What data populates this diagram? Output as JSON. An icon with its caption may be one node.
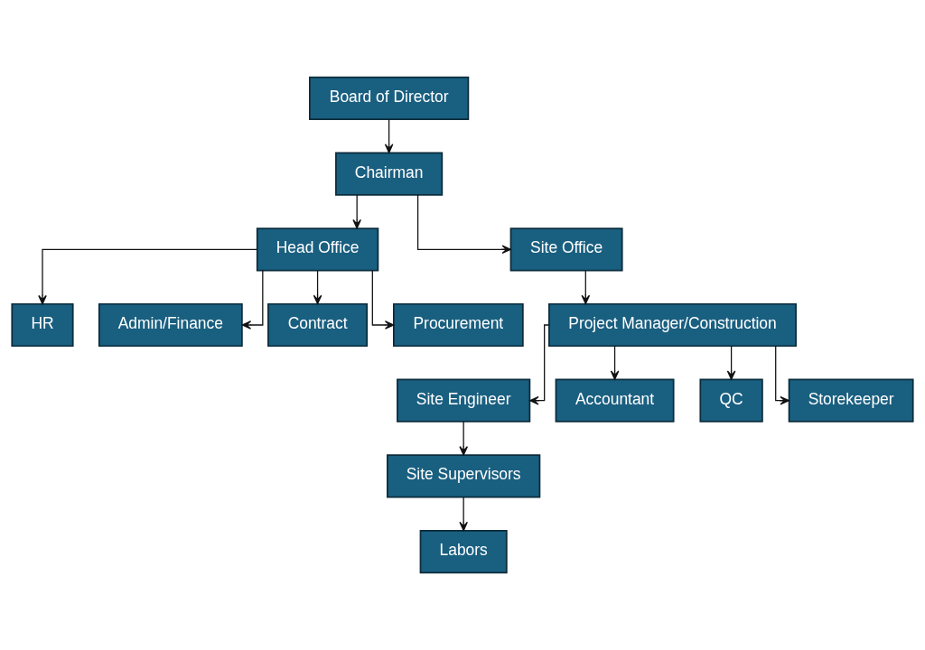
{
  "diagram": {
    "nodes": [
      {
        "text": [
          "Board of Director"
        ]
      },
      {
        "text": [
          "Chairman"
        ]
      },
      {
        "text": [
          "Head Office"
        ]
      },
      {
        "text": [
          "Site Office"
        ]
      },
      {
        "text": [
          "HR"
        ]
      },
      {
        "text": [
          "Admin/Finance"
        ]
      },
      {
        "text": [
          "Project Manager/Construction"
        ]
      },
      {
        "text": [
          "Storekeeper"
        ]
      },
      {
        "text": [
          "Site Engineer"
        ]
      },
      {
        "text": [
          "Accountant"
        ]
      },
      {
        "text": [
          "Contract"
        ]
      },
      {
        "text": [
          "Procurement"
        ]
      },
      {
        "text": [
          "QC"
        ]
      },
      {
        "text": [
          "Site Supervisors"
        ]
      },
      {
        "text": [
          "Labors"
        ]
      }
    ],
    "edges": [
      {
        "from": 0,
        "to": 1,
        "arrow": "to"
      },
      {
        "from": 1,
        "to": 2,
        "arrow": "to"
      },
      {
        "from": 1,
        "to": 3,
        "arrow": "to"
      },
      {
        "from": 2,
        "to": 4,
        "arrow": "to"
      },
      {
        "from": 2,
        "to": 5,
        "arrow": "to"
      },
      {
        "from": 2,
        "to": 10,
        "arrow": "to"
      },
      {
        "from": 2,
        "to": 11,
        "arrow": "to"
      },
      {
        "from": 3,
        "to": 6,
        "arrow": "to"
      },
      {
        "from": 6,
        "to": 8,
        "arrow": "to"
      },
      {
        "from": 6,
        "to": 9,
        "arrow": "to"
      },
      {
        "from": 6,
        "to": 12,
        "arrow": "to"
      },
      {
        "from": 6,
        "to": 7,
        "arrow": "to"
      },
      {
        "from": 8,
        "to": 13,
        "arrow": "to"
      },
      {
        "from": 13,
        "to": 14,
        "arrow": "to"
      }
    ]
  }
}
